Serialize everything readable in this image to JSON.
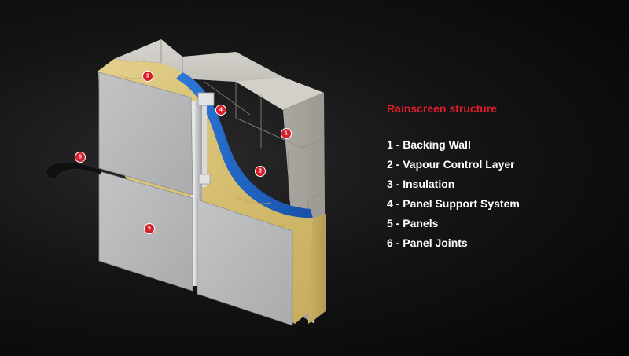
{
  "legend": {
    "title": "Rainscreen structure",
    "items": [
      "1 - Backing Wall",
      "2 - Vapour Control Layer",
      "3 - Insulation",
      "4 - Panel Support System",
      "5 - Panels",
      "6 - Panel Joints"
    ]
  },
  "callouts": [
    "1",
    "2",
    "3",
    "4",
    "5",
    "6"
  ],
  "colors": {
    "accent": "#d81e2a",
    "block": "#c9c7c0",
    "insulation": "#d9c37d",
    "membrane": "#1f66c9",
    "panel": "#b5b7b9"
  }
}
